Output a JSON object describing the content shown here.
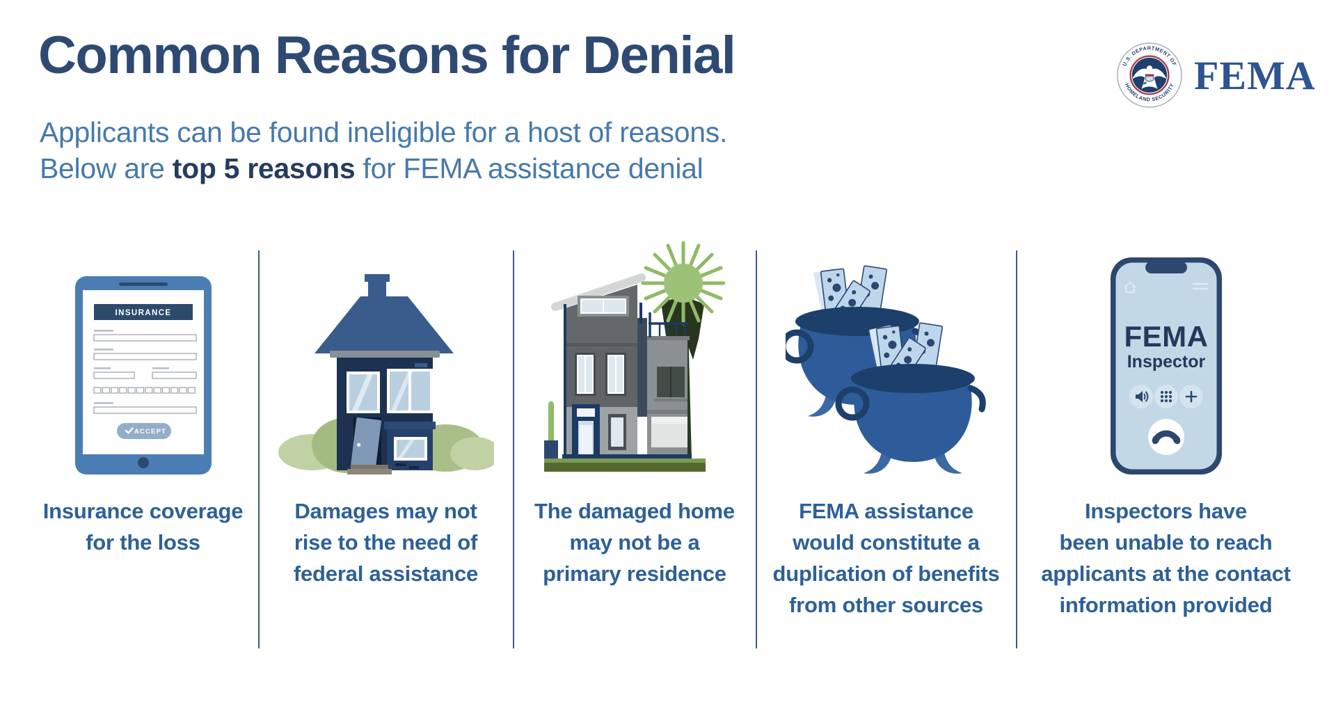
{
  "header": {
    "title": "Common Reasons for Denial",
    "subtitle_line1": "Applicants can be found ineligible for a host of reasons.",
    "subtitle_line2_prefix": "Below are",
    "subtitle_line2_bold": "top 5 reasons",
    "subtitle_line2_suffix": "for FEMA assistance denial"
  },
  "logo": {
    "seal_top": "U.S. DEPARTMENT OF",
    "seal_bottom": "HOMELAND SECURITY",
    "wordmark": "FEMA"
  },
  "illustrations": {
    "tablet": {
      "header": "INSURANCE",
      "accept": "ACCEPT"
    },
    "phone": {
      "line1": "FEMA",
      "line2": "Inspector"
    }
  },
  "reasons": [
    {
      "id": "insurance-coverage",
      "icon": "insurance-tablet-icon",
      "lines": [
        "Insurance coverage",
        "for the loss"
      ]
    },
    {
      "id": "damages-insufficient",
      "icon": "damaged-house-icon",
      "lines": [
        "Damages may not",
        "rise to the need of",
        "federal assistance"
      ]
    },
    {
      "id": "not-primary-residence",
      "icon": "modern-home-icon",
      "lines": [
        "The damaged home",
        "may not be a",
        "primary residence"
      ]
    },
    {
      "id": "duplication-of-benefits",
      "icon": "money-pots-icon",
      "lines": [
        "FEMA assistance",
        "would constitute a",
        "duplication of benefits",
        "from other sources"
      ]
    },
    {
      "id": "unreachable-applicants",
      "icon": "phone-call-icon",
      "lines": [
        "Inspectors have",
        "been unable to reach",
        "applicants at the contact",
        "information provided"
      ]
    }
  ],
  "palette": {
    "title_navy": "#2e4a73",
    "subtitle_blue": "#4679ab",
    "caption_blue": "#2c6099",
    "divider_navy": "#3b5a87",
    "tablet_blue": "#4a7db3",
    "deep_navy": "#2e4a6b",
    "house_navy": "#1d3150",
    "roof_blue": "#3a5c8c",
    "pot_blue": "#2e5c9a",
    "pot_rim_navy": "#1d3f6b",
    "bill_light_blue": "#bed6ec",
    "phone_screen_blue": "#c3d8e6",
    "seal_red": "#a63a47",
    "green_light": "#8fba67",
    "green_dark": "#55682f"
  }
}
